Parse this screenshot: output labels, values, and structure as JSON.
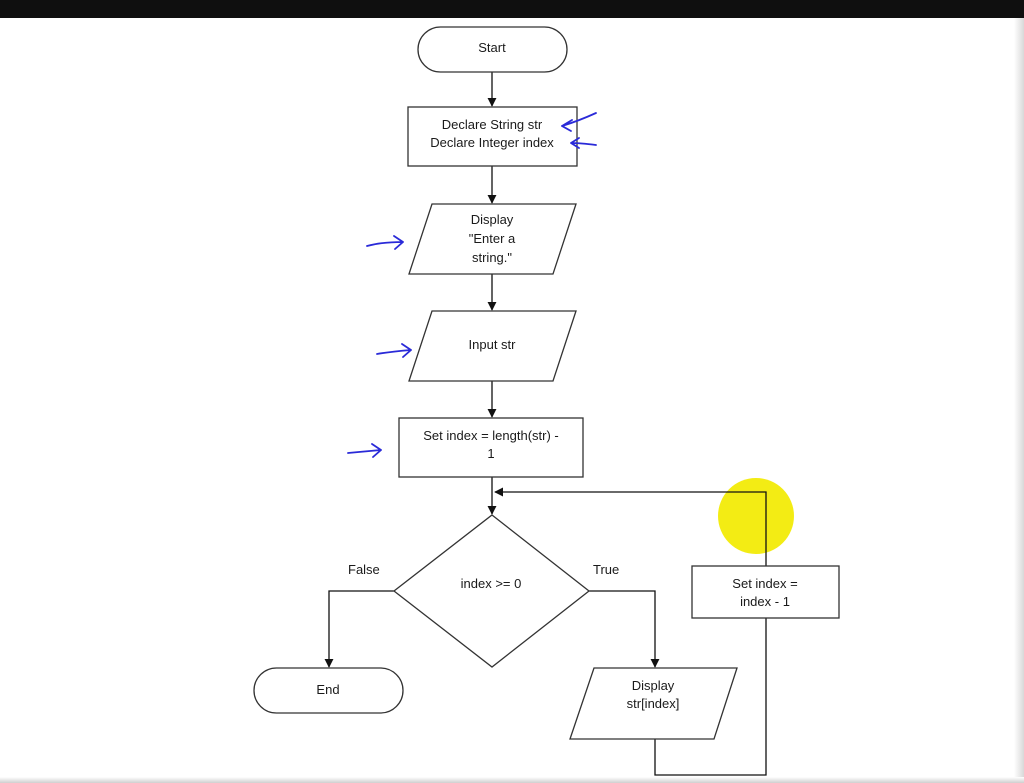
{
  "flowchart": {
    "start": {
      "label": "Start"
    },
    "declare": {
      "lines": [
        "Declare  String str",
        "Declare Integer index"
      ]
    },
    "display_prompt": {
      "lines": [
        "Display",
        "\"Enter a",
        "string.\""
      ]
    },
    "input": {
      "label": "Input str"
    },
    "set_index": {
      "lines": [
        "Set index = length(str) -",
        "1"
      ]
    },
    "decision": {
      "label": "index >= 0"
    },
    "branch_false": {
      "label": "False"
    },
    "branch_true": {
      "label": "True"
    },
    "end": {
      "label": "End"
    },
    "display_char": {
      "lines": [
        "Display",
        "str[index]"
      ]
    },
    "decrement": {
      "lines": [
        "Set index =",
        "index - 1"
      ]
    }
  },
  "annotation_colors": {
    "pen": "#2a2ad8",
    "highlight": "#f2ea00"
  }
}
